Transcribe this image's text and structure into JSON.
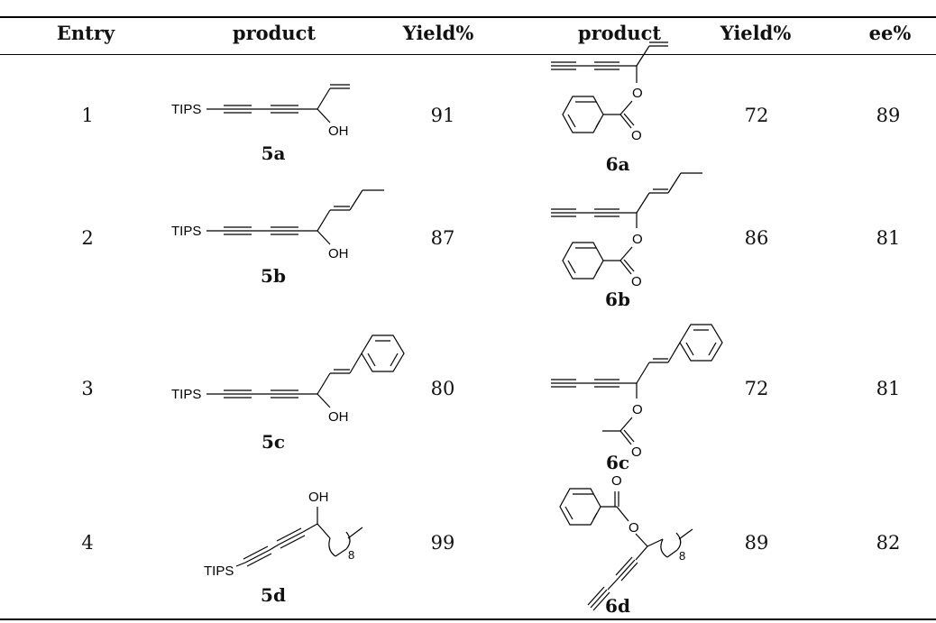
{
  "table": {
    "headers": [
      "Entry",
      "product",
      "Yield%",
      "product",
      "Yield%",
      "ee%"
    ],
    "rows": [
      {
        "entry": "1",
        "p1_label": "5a",
        "yield1": "91",
        "p2_label": "6a",
        "yield2": "72",
        "ee": "89"
      },
      {
        "entry": "2",
        "p1_label": "5b",
        "yield1": "87",
        "p2_label": "6b",
        "yield2": "86",
        "ee": "81"
      },
      {
        "entry": "3",
        "p1_label": "5c",
        "yield1": "80",
        "p2_label": "6c",
        "yield2": "72",
        "ee": "81"
      },
      {
        "entry": "4",
        "p1_label": "5d",
        "yield1": "99",
        "p2_label": "6d",
        "yield2": "89",
        "ee": "82"
      }
    ]
  },
  "atoms": {
    "tips": "TIPS",
    "tips_d": "TIPS",
    "oh": "OH",
    "o": "O",
    "subscript_8": "8"
  }
}
